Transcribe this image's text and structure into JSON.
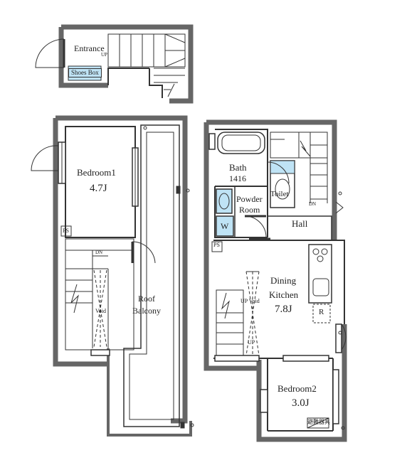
{
  "rooms": {
    "entrance": "Entrance",
    "shoes_box": "Shoes Box",
    "bedroom1": "Bedroom1",
    "bedroom1_size": "4.7J",
    "roof_balcony_1": "Roof",
    "roof_balcony_2": "Balcony",
    "bath": "Bath",
    "bath_size": "1416",
    "powder_room_1": "Powder",
    "powder_room_2": "Room",
    "toilet": "Toilet",
    "hall": "Hall",
    "dining_kitchen_1": "Dining",
    "dining_kitchen_2": "Kitchen",
    "dining_kitchen_size": "7.8J",
    "bedroom2": "Bedroom2",
    "bedroom2_size": "3.0J"
  },
  "marks": {
    "up": "UP",
    "dn": "DN",
    "void": "Void",
    "up_void": "UP Void",
    "ps": "PS",
    "washer": "W",
    "refrigerator": "R",
    "escape_equipment": "避難器具"
  },
  "colors": {
    "wall": "#555555",
    "line": "#333333",
    "fixture_fill": "#bfe3f5"
  }
}
